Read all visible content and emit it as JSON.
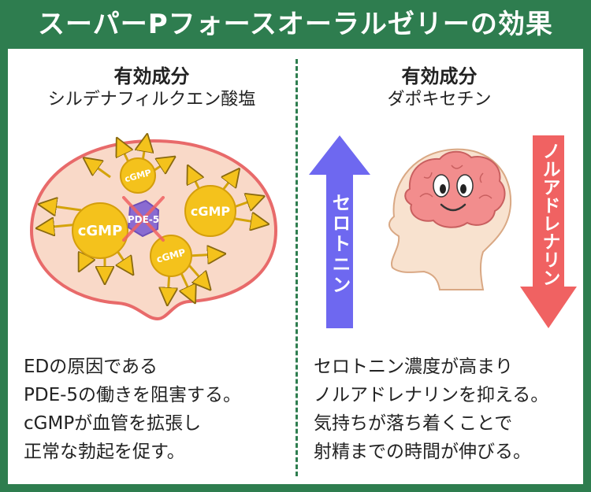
{
  "title": "スーパーPフォースオーラルゼリーの効果",
  "left": {
    "heading": "有効成分",
    "ingredient": "シルデナフィルクエン酸塩",
    "labels": {
      "cgmp_large": "cGMP",
      "cgmp_small": "cGMP",
      "pde": "PDE-5"
    },
    "description": [
      "EDの原因である",
      "PDE-5の働きを阻害する。",
      "cGMPが血管を拡張し",
      "正常な勃起を促す。"
    ]
  },
  "right": {
    "heading": "有効成分",
    "ingredient": "ダポキセチン",
    "up_label": "セロトニン",
    "down_label": "ノルアドレナリン",
    "description": [
      "セロトニン濃度が高まり",
      "ノルアドレナリンを抑える。",
      "気持ちが落ち着くことで",
      "射精までの時間が伸びる。"
    ]
  },
  "colors": {
    "frame": "#2e7d4f",
    "cell_fill": "#f9d9c8",
    "cell_border": "#e86a6a",
    "cgmp": "#f4c21c",
    "pde": "#8a6bd1",
    "up_arrow": "#6e68f0",
    "down_arrow": "#f06262",
    "brain": "#f28d8d"
  }
}
